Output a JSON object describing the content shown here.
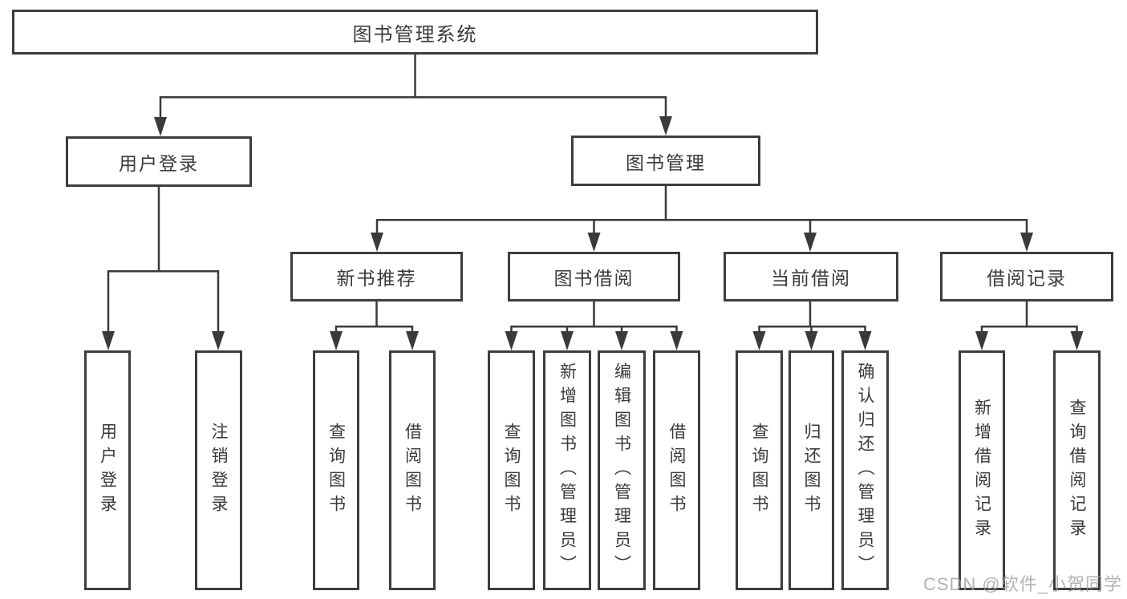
{
  "diagram": {
    "root": {
      "label": "图书管理系统"
    },
    "level1": [
      {
        "label": "用户登录"
      },
      {
        "label": "图书管理"
      }
    ],
    "level2": [
      {
        "label": "新书推荐"
      },
      {
        "label": "图书借阅"
      },
      {
        "label": "当前借阅"
      },
      {
        "label": "借阅记录"
      }
    ],
    "leaves": [
      {
        "label": "用户登录"
      },
      {
        "label": "注销登录"
      },
      {
        "label": "查询图书"
      },
      {
        "label": "借阅图书"
      },
      {
        "label": "查询图书"
      },
      {
        "label": "新增图书（管理员）"
      },
      {
        "label": "编辑图书（管理员）"
      },
      {
        "label": "借阅图书"
      },
      {
        "label": "查询图书"
      },
      {
        "label": "归还图书"
      },
      {
        "label": "确认归还（管理员）"
      },
      {
        "label": "新增借阅记录"
      },
      {
        "label": "查询借阅记录"
      }
    ]
  },
  "watermark": "CSDN @软件_小贺同学",
  "colors": {
    "line": "#3a3a3a",
    "border": "#3d3d3d",
    "text": "#3a3a3a",
    "box_fill": "#ffffff",
    "watermark": "#9d9d9d",
    "background": "#ffffff"
  }
}
